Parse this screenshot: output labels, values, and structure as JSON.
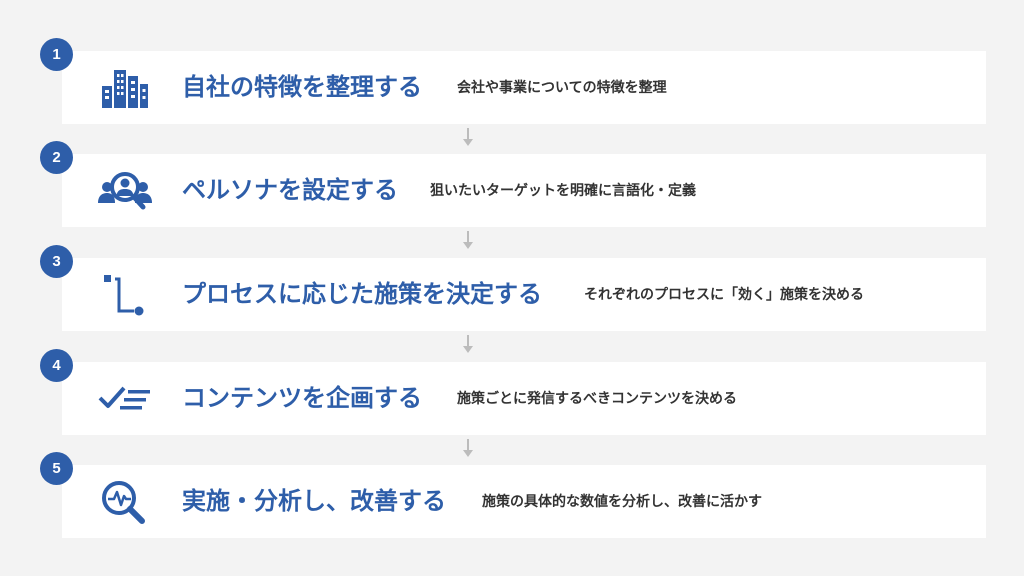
{
  "accent": "#2e5ea9",
  "arrow_color": "#bcbcbc",
  "steps": [
    {
      "number": "1",
      "icon": "buildings-icon",
      "title": "自社の特徴を整理する",
      "description": "会社や事業についての特徴を整理"
    },
    {
      "number": "2",
      "icon": "persona-search-icon",
      "title": "ペルソナを設定する",
      "description": "狙いたいターゲットを明確に言語化・定義"
    },
    {
      "number": "3",
      "icon": "process-flow-icon",
      "title": "プロセスに応じた施策を決定する",
      "description": "それぞれのプロセスに「効く」施策を決める"
    },
    {
      "number": "4",
      "icon": "checklist-icon",
      "title": "コンテンツを企画する",
      "description": "施策ごとに発信するべきコンテンツを決める"
    },
    {
      "number": "5",
      "icon": "analysis-magnifier-icon",
      "title": "実施・分析し、改善する",
      "description": "施策の具体的な数値を分析し、改善に活かす"
    }
  ]
}
